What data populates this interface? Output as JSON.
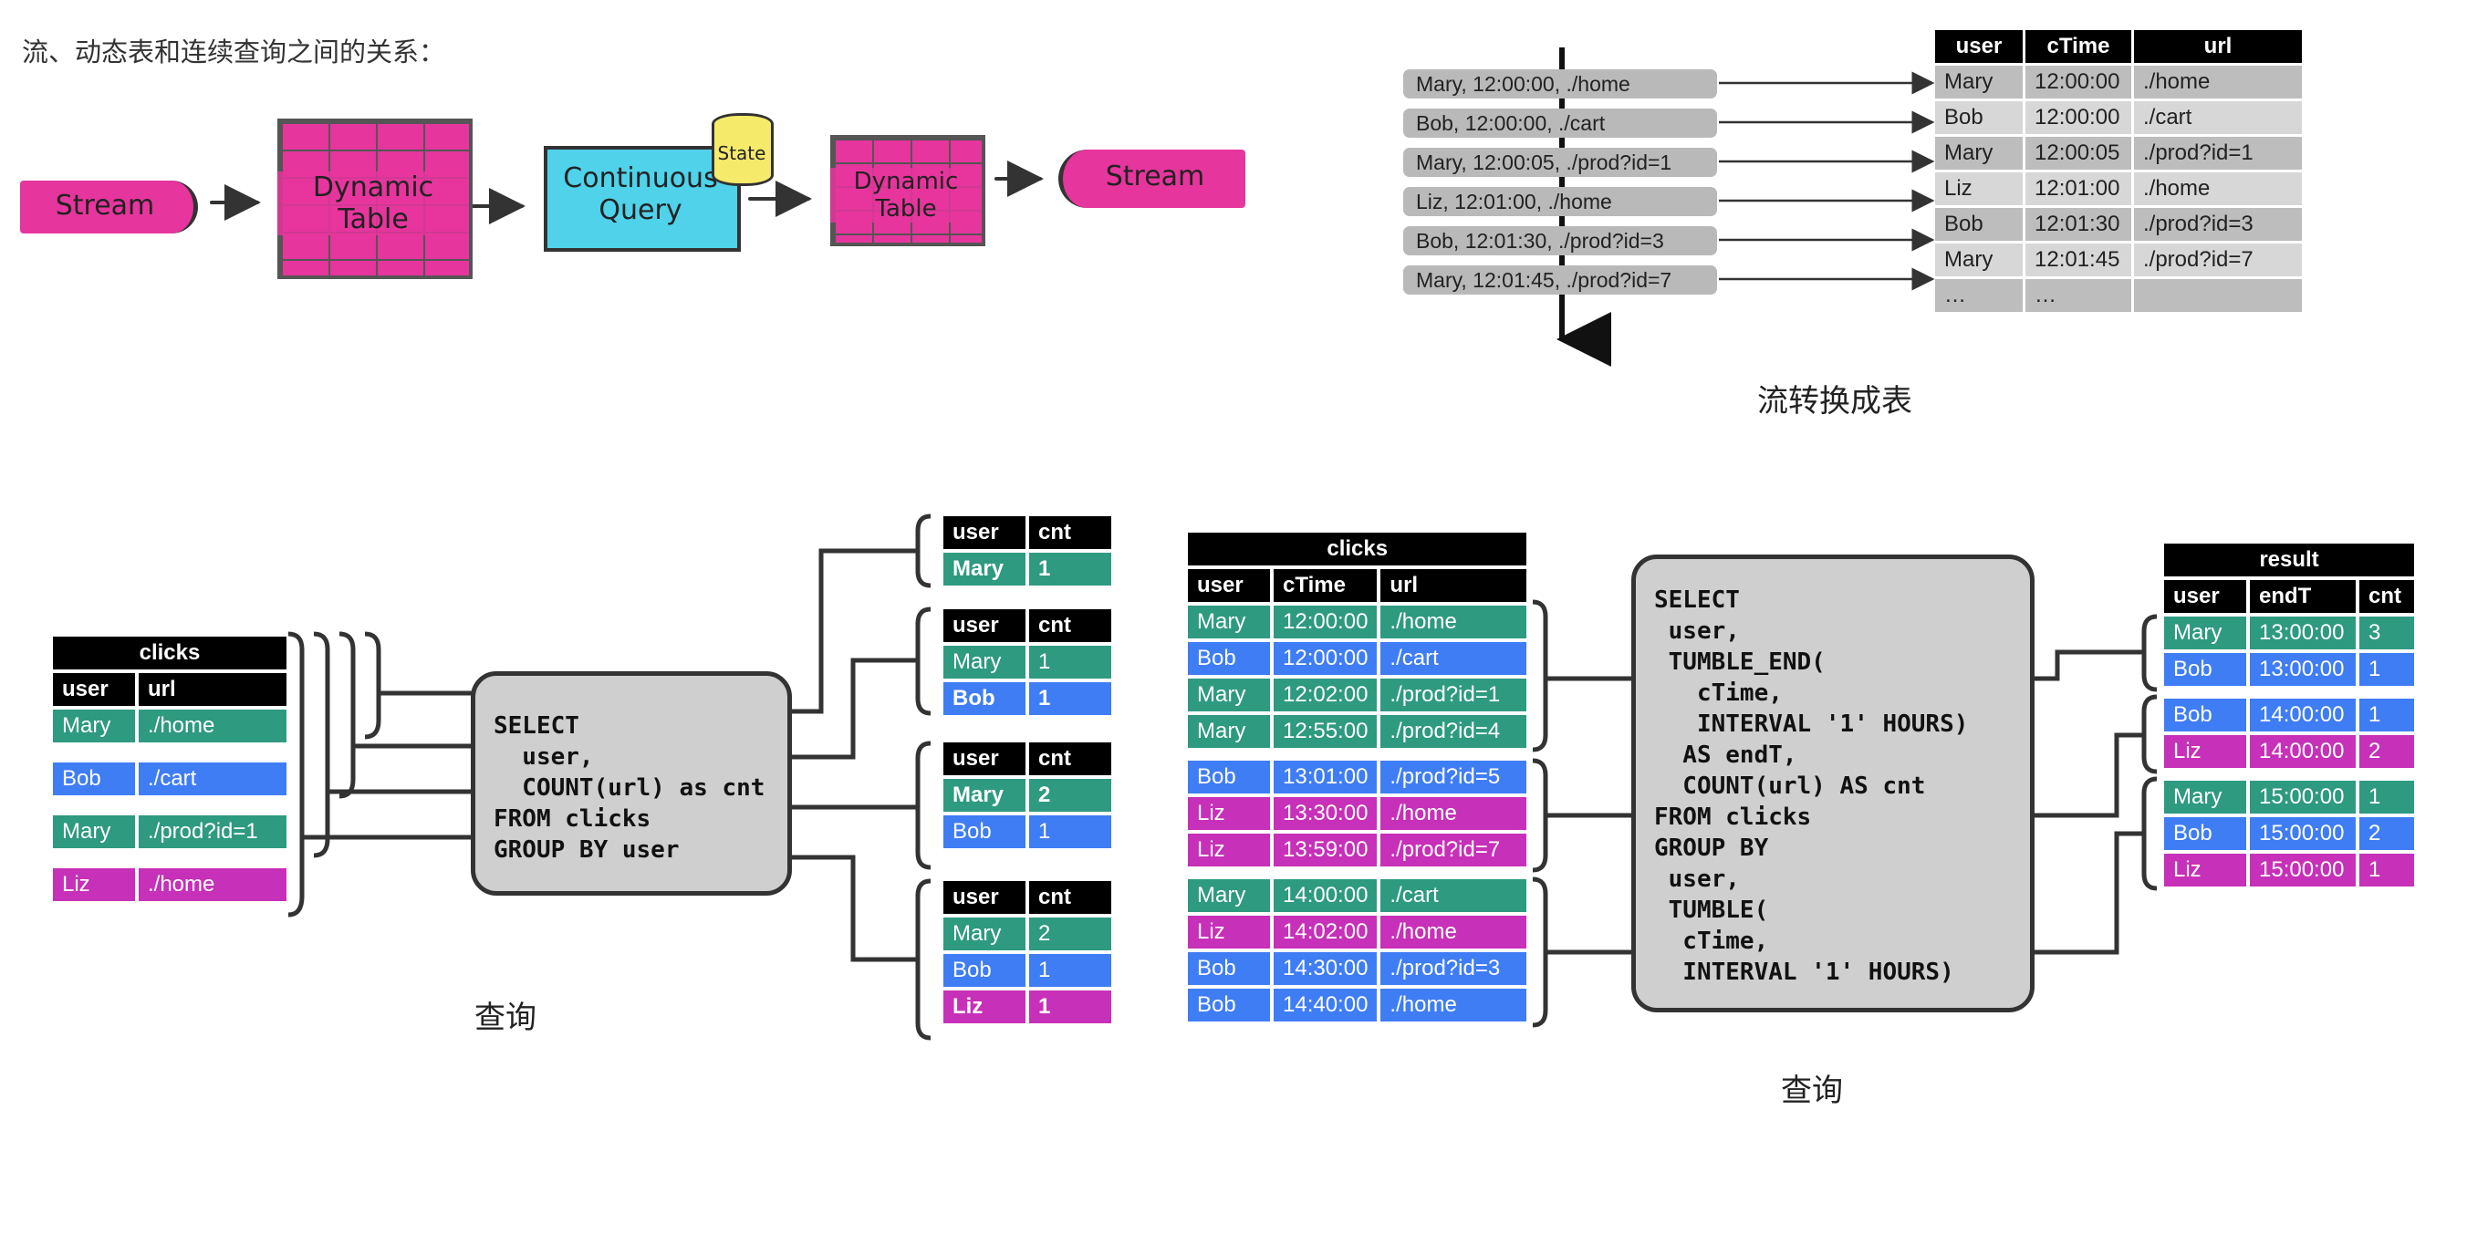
{
  "heading": "流、动态表和连续查询之间的关系：",
  "sketch": {
    "stream_in": "Stream",
    "dynamic_table_1": [
      "Dynamic",
      "Table"
    ],
    "continuous_query": [
      "Continuous",
      "Query"
    ],
    "state": "State",
    "dynamic_table_2": [
      "Dynamic",
      "Table"
    ],
    "stream_out": "Stream",
    "colors": {
      "pink": "#e6359d",
      "cyan": "#4fd2ea",
      "yellow": "#f6ea6a"
    }
  },
  "stream_to_table": {
    "caption": "流转换成表",
    "events": [
      "Mary, 12:00:00, ./home",
      "Bob,  12:00:00, ./cart",
      "Mary, 12:00:05, ./prod?id=1",
      "Liz,     12:01:00, ./home",
      "Bob,  12:01:30, ./prod?id=3",
      "Mary, 12:01:45, ./prod?id=7"
    ],
    "table": {
      "headers": [
        "user",
        "cTime",
        "url"
      ],
      "rows": [
        [
          "Mary",
          "12:00:00",
          "./home"
        ],
        [
          "Bob",
          "12:00:00",
          "./cart"
        ],
        [
          "Mary",
          "12:00:05",
          "./prod?id=1"
        ],
        [
          "Liz",
          "12:01:00",
          "./home"
        ],
        [
          "Bob",
          "12:01:30",
          "./prod?id=3"
        ],
        [
          "Mary",
          "12:01:45",
          "./prod?id=7"
        ],
        [
          "…",
          "…",
          ""
        ]
      ]
    }
  },
  "query1": {
    "caption": "查询",
    "input": {
      "title": "clicks",
      "headers": [
        "user",
        "url"
      ],
      "rows": [
        [
          "Mary",
          "./home"
        ],
        [
          "Bob",
          "./cart"
        ],
        [
          "Mary",
          "./prod?id=1"
        ],
        [
          "Liz",
          "./home"
        ]
      ]
    },
    "sql": "SELECT\n  user,\n  COUNT(url) as cnt\nFROM clicks\nGROUP BY user",
    "results": [
      {
        "headers": [
          "user",
          "cnt"
        ],
        "rows": [
          [
            "Mary",
            "1"
          ]
        ]
      },
      {
        "headers": [
          "user",
          "cnt"
        ],
        "rows": [
          [
            "Mary",
            "1"
          ],
          [
            "Bob",
            "1"
          ]
        ]
      },
      {
        "headers": [
          "user",
          "cnt"
        ],
        "rows": [
          [
            "Mary",
            "2"
          ],
          [
            "Bob",
            "1"
          ]
        ]
      },
      {
        "headers": [
          "user",
          "cnt"
        ],
        "rows": [
          [
            "Mary",
            "2"
          ],
          [
            "Bob",
            "1"
          ],
          [
            "Liz",
            "1"
          ]
        ]
      }
    ]
  },
  "query2": {
    "caption": "查询",
    "input": {
      "title": "clicks",
      "headers": [
        "user",
        "cTime",
        "url"
      ],
      "rows": [
        [
          "Mary",
          "12:00:00",
          "./home"
        ],
        [
          "Bob",
          "12:00:00",
          "./cart"
        ],
        [
          "Mary",
          "12:02:00",
          "./prod?id=1"
        ],
        [
          "Mary",
          "12:55:00",
          "./prod?id=4"
        ],
        [
          "Bob",
          "13:01:00",
          "./prod?id=5"
        ],
        [
          "Liz",
          "13:30:00",
          "./home"
        ],
        [
          "Liz",
          "13:59:00",
          "./prod?id=7"
        ],
        [
          "Mary",
          "14:00:00",
          "./cart"
        ],
        [
          "Liz",
          "14:02:00",
          "./home"
        ],
        [
          "Bob",
          "14:30:00",
          "./prod?id=3"
        ],
        [
          "Bob",
          "14:40:00",
          "./home"
        ]
      ]
    },
    "sql": "SELECT\n user,\n TUMBLE_END(\n   cTime,\n   INTERVAL '1' HOURS)\n  AS endT,\n  COUNT(url) AS cnt\nFROM clicks\nGROUP BY\n user,\n TUMBLE(\n  cTime,\n  INTERVAL '1' HOURS)",
    "result": {
      "title": "result",
      "headers": [
        "user",
        "endT",
        "cnt"
      ],
      "rows": [
        [
          "Mary",
          "13:00:00",
          "3"
        ],
        [
          "Bob",
          "13:00:00",
          "1"
        ],
        [
          "Bob",
          "14:00:00",
          "1"
        ],
        [
          "Liz",
          "14:00:00",
          "2"
        ],
        [
          "Mary",
          "15:00:00",
          "1"
        ],
        [
          "Bob",
          "15:00:00",
          "2"
        ],
        [
          "Liz",
          "15:00:00",
          "1"
        ]
      ]
    }
  },
  "colors": {
    "Mary": "#2e9a80",
    "Bob": "#3f7df5",
    "Liz": "#c730b8",
    "header": "#000000",
    "box": "#cfcfcf"
  }
}
